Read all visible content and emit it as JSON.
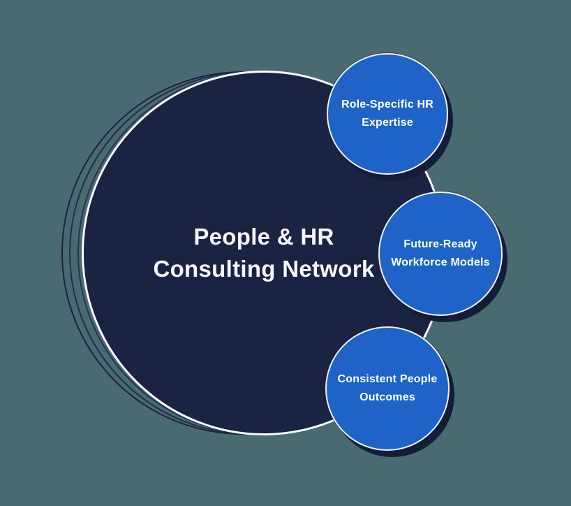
{
  "canvas": {
    "background_color": "#4a6a72"
  },
  "diagram": {
    "main_circle": {
      "title_line1": "People & HR",
      "title_line2": "Consulting Network",
      "fill_color": "#1b2342",
      "border_color": "#fafbfc",
      "text_color": "#f7f8fb"
    },
    "rings": {
      "count": 3,
      "color": "#1b2342"
    },
    "satellites": [
      {
        "id": "role-specific-hr-expertise",
        "label_line1": "Role-Specific HR",
        "label_line2": "Expertise"
      },
      {
        "id": "future-ready-workforce-models",
        "label_line1": "Future-Ready",
        "label_line2": "Workforce Models"
      },
      {
        "id": "consistent-people-outcomes",
        "label_line1": "Consistent People",
        "label_line2": "Outcomes"
      }
    ],
    "satellite_fill_color": "#1f62c8",
    "satellite_border_color": "#eef2f7",
    "satellite_shadow_color": "#141c38",
    "satellite_text_color": "#ffffff"
  }
}
